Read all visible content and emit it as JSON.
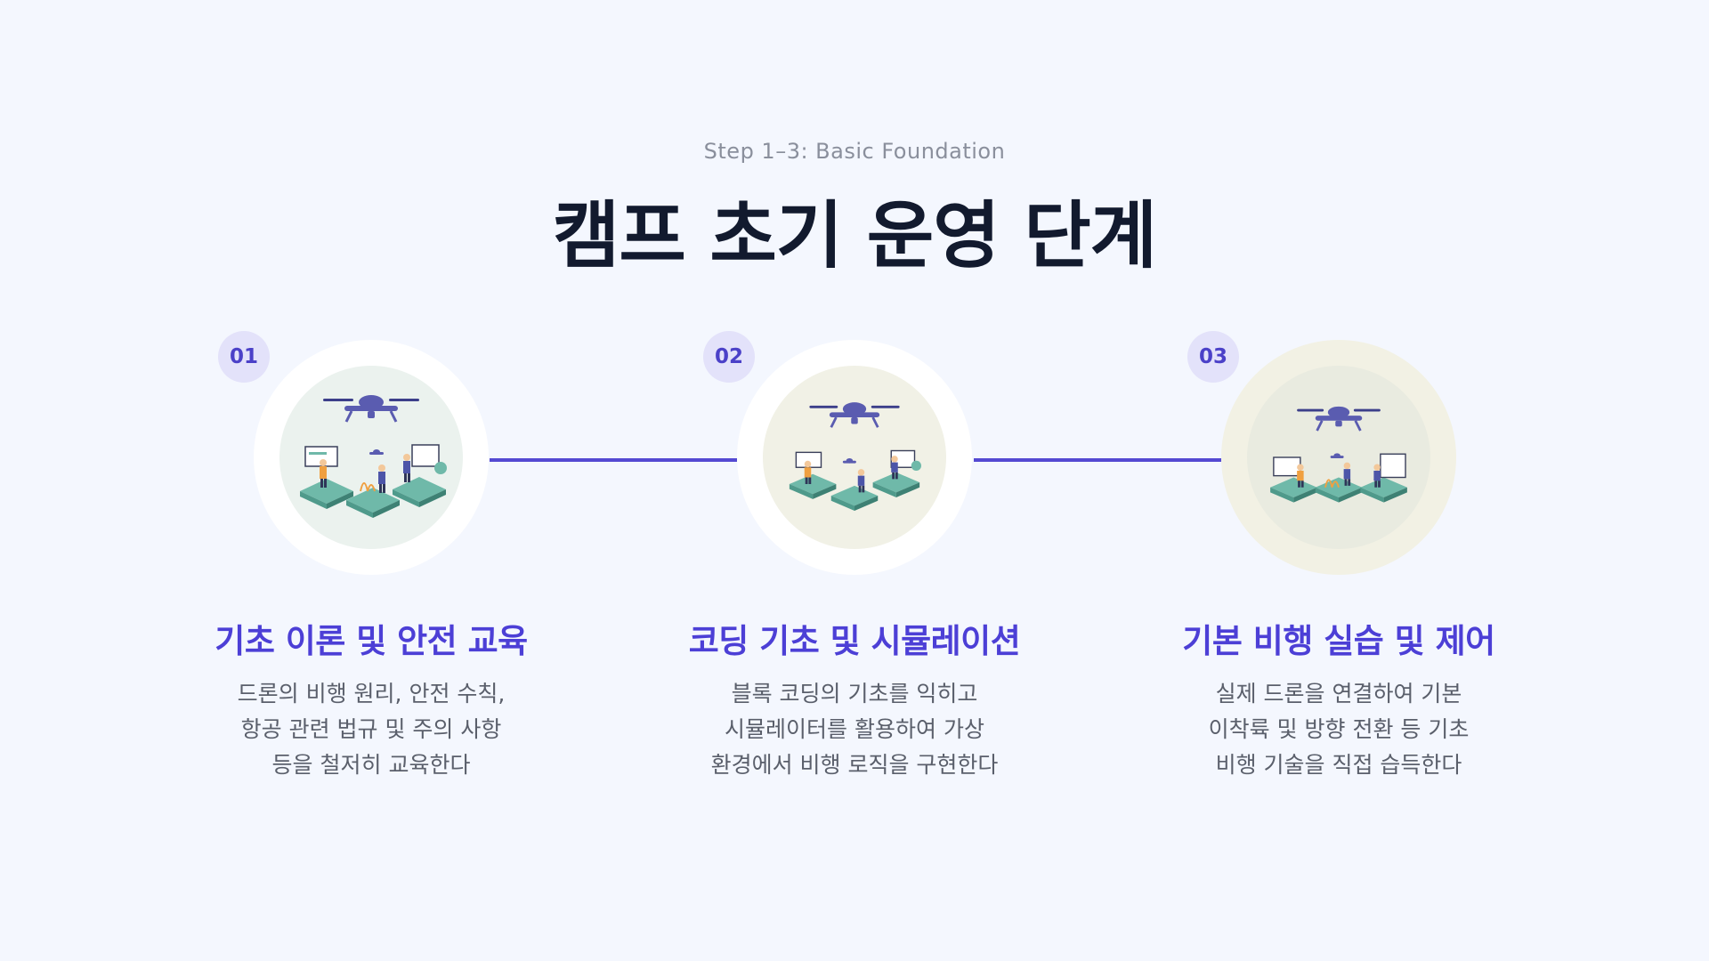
{
  "header": {
    "subtitle": "Step 1–3: Basic Foundation",
    "title": "캠프 초기 운영 단계"
  },
  "colors": {
    "background": "#f4f7fe",
    "accent": "#5449d2",
    "badge_bg": "#e3e2fa",
    "title_text": "#121a2e",
    "body_text": "#5a5f6b"
  },
  "steps": [
    {
      "number": "01",
      "title": "기초 이론 및 안전 교육",
      "description": [
        "드론의 비행 원리, 안전 수칙,",
        "항공 관련 법규 및 주의 사항",
        "등을 철저히 교육한다"
      ],
      "illustration": "drone-class-illustration",
      "ring_color": "#ffffff",
      "inner_color": "#ebf2ee"
    },
    {
      "number": "02",
      "title": "코딩 기초 및 시뮬레이션",
      "description": [
        "블록 코딩의 기초를 익히고",
        "시뮬레이터를 활용하여 가상",
        "환경에서 비행 로직을 구현한다"
      ],
      "illustration": "drone-coding-illustration",
      "ring_color": "#ffffff",
      "inner_color": "#f1f1e6"
    },
    {
      "number": "03",
      "title": "기본 비행 실습 및 제어",
      "description": [
        "실제 드론을 연결하여 기본",
        "이착륙 및 방향 전환 등 기초",
        "비행 기술을 직접 습득한다"
      ],
      "illustration": "drone-flight-illustration",
      "ring_color": "#f2f1e4",
      "inner_color": "#e9ebe0"
    }
  ]
}
